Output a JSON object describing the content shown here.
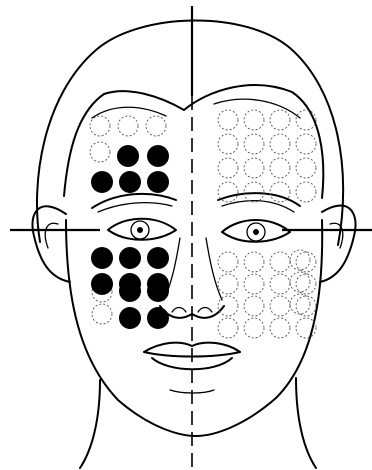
{
  "colors": {
    "ink": "#000000",
    "background": "#ffffff",
    "open_marker": "#555555"
  },
  "figure": {
    "subject": "face-front-view",
    "filled_marker_count": 15,
    "open_marker_count": 58
  }
}
